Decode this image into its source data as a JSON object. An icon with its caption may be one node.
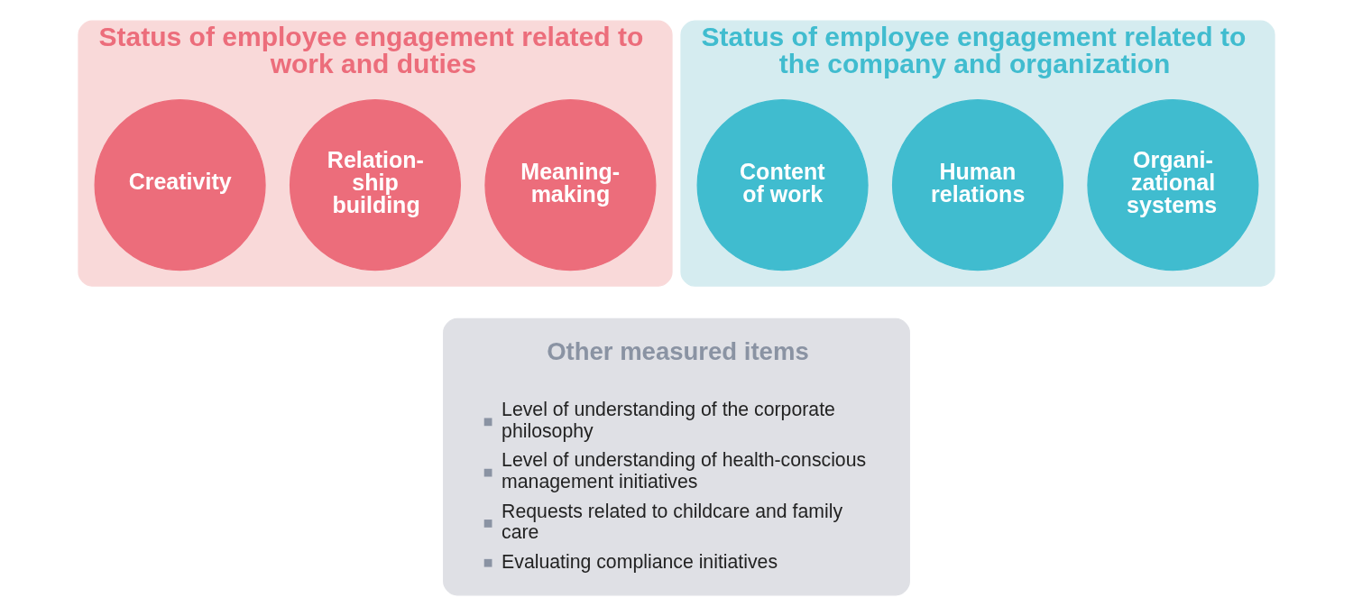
{
  "diagram": {
    "nodes": [
      {
        "text": [
          "Status of employee engagement related to work and duties"
        ]
      },
      {
        "text": [
          "Creativity"
        ],
        "in": 0
      },
      {
        "text": [
          "Relation-ship building"
        ],
        "in": 0
      },
      {
        "text": [
          "Meaning-making"
        ],
        "in": 0
      },
      {
        "text": [
          "Status of employee engagement related to the company and organization"
        ]
      },
      {
        "text": [
          "Content of work"
        ],
        "in": 4
      },
      {
        "text": [
          "Human relations"
        ],
        "in": 4
      },
      {
        "text": [
          "Organi-zational systems"
        ],
        "in": 4
      },
      {
        "text": [
          "Other measured items",
          "Level of understanding of the corporate philosophy",
          "Level of understanding of health-conscious management initiatives",
          "Requests related to childcare and family care",
          "Evaluating compliance initiatives"
        ]
      }
    ]
  }
}
